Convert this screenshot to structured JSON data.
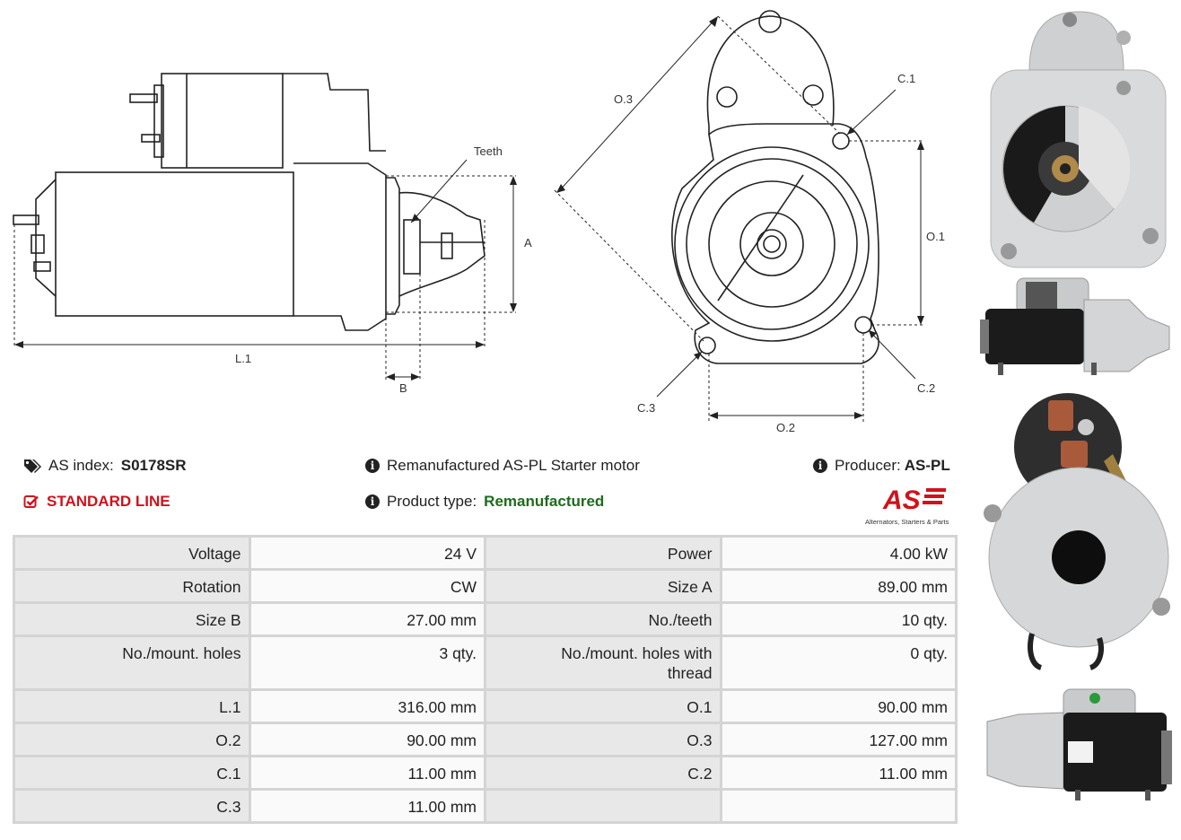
{
  "drawing": {
    "labels": {
      "teeth": "Teeth",
      "a": "A",
      "l1": "L.1",
      "b": "B",
      "o1": "O.1",
      "o2": "O.2",
      "o3": "O.3",
      "c1": "C.1",
      "c2": "C.2",
      "c3": "C.3"
    }
  },
  "info": {
    "as_index_label": "AS index:",
    "as_index_value": "S0178SR",
    "line": "STANDARD LINE",
    "description": "Remanufactured AS-PL Starter motor",
    "product_type_label": "Product type:",
    "product_type_value": "Remanufactured",
    "producer_label": "Producer:",
    "producer_value": "AS-PL",
    "logo_text": "AS",
    "logo_tagline": "Alternators, Starters & Parts"
  },
  "specs": {
    "rows": [
      {
        "k1": "Voltage",
        "v1": "24 V",
        "k2": "Power",
        "v2": "4.00 kW"
      },
      {
        "k1": "Rotation",
        "v1": "CW",
        "k2": "Size A",
        "v2": "89.00 mm"
      },
      {
        "k1": "Size B",
        "v1": "27.00 mm",
        "k2": "No./teeth",
        "v2": "10 qty."
      },
      {
        "k1": "No./mount. holes",
        "v1": "3 qty.",
        "k2": "No./mount. holes with thread",
        "v2": "0 qty."
      },
      {
        "k1": "L.1",
        "v1": "316.00 mm",
        "k2": "O.1",
        "v2": "90.00 mm"
      },
      {
        "k1": "O.2",
        "v1": "90.00 mm",
        "k2": "O.3",
        "v2": "127.00 mm"
      },
      {
        "k1": "C.1",
        "v1": "11.00 mm",
        "k2": "C.2",
        "v2": "11.00 mm"
      },
      {
        "k1": "C.3",
        "v1": "11.00 mm",
        "k2": "",
        "v2": ""
      }
    ]
  },
  "colors": {
    "accent_red": "#d0121b",
    "accent_green": "#1e6b1e"
  }
}
